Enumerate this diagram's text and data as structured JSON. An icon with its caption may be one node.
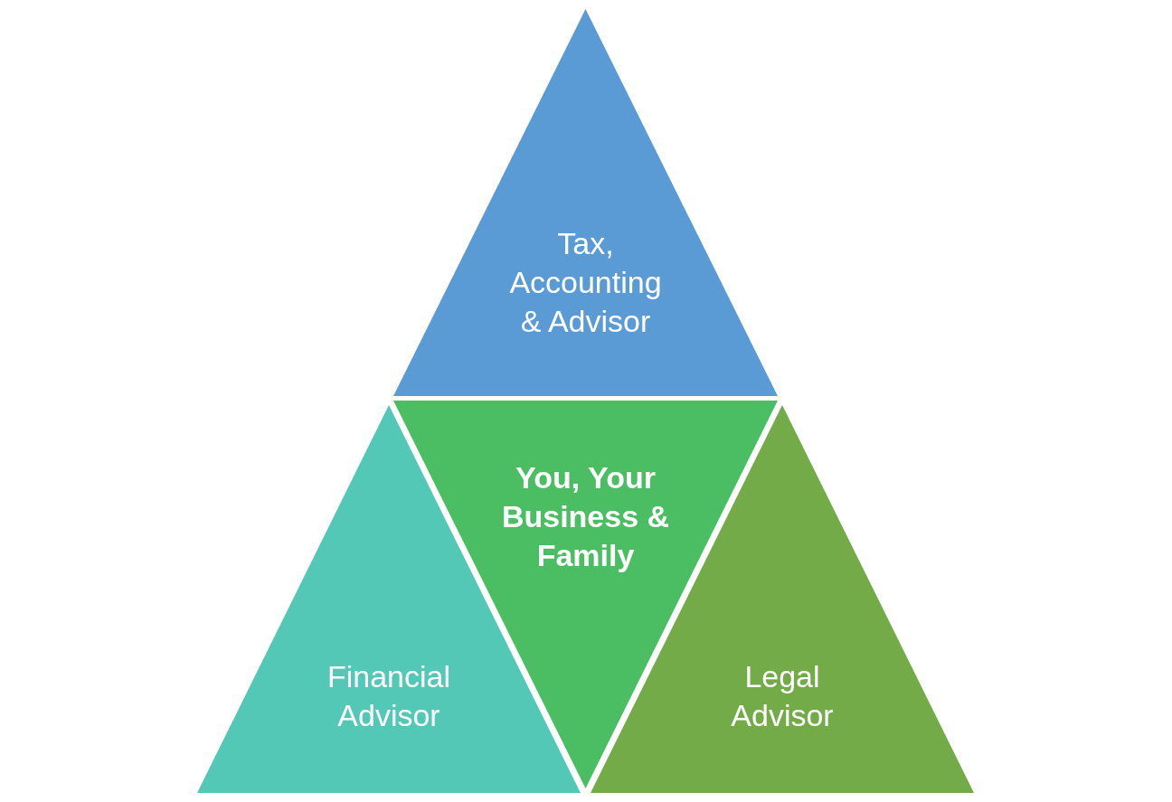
{
  "diagram": {
    "nodes": [
      {
        "text": [
          "Tax, Accounting & Advisor"
        ]
      },
      {
        "text": [
          "You, Your Business & Family"
        ]
      },
      {
        "text": [
          "Financial Advisor"
        ]
      },
      {
        "text": [
          "Legal Advisor"
        ]
      }
    ]
  }
}
